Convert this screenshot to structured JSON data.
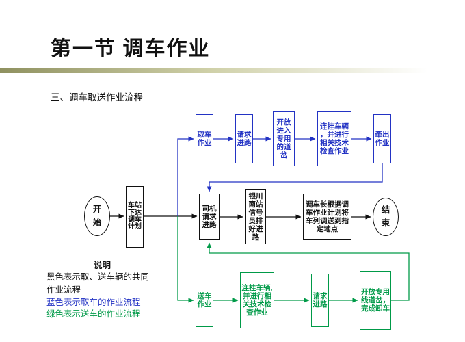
{
  "slide": {
    "title": "第一节  调车作业",
    "subtitle": "三、调车取送作业流程"
  },
  "colors": {
    "ink": "#111111",
    "blue": "#2333c4",
    "green": "#009a48",
    "bar1": "#8f9160",
    "bar2": "#cfd0a8",
    "bar3": "#ffffff"
  },
  "flowchart": {
    "start_label": "开始",
    "end_label": "结束",
    "station_plan": "车站下达调车计划",
    "driver_request": "司机请求进路",
    "signalman": "银川南站信号员排好进路",
    "dispatch": "调车长根据调车作业计划将车列调送到指定地点",
    "pickup": [
      "取车作业",
      "请求进路",
      "开放进入专用的道岔",
      "连挂车辆，并进行相关技术检查作业",
      "牵出作业"
    ],
    "delivery": [
      "送车作业",
      "连挂车辆,并进行相关技术检查作业",
      "请求进路",
      "开放专用线道岔，完成卸车"
    ]
  },
  "legend": {
    "heading": "说明",
    "black_line1": "黑色表示取、送车辆的共同",
    "black_line2": "作业流程",
    "blue_line": "蓝色表示取车的作业流程",
    "green_line": "绿色表示送车的作业流程"
  }
}
